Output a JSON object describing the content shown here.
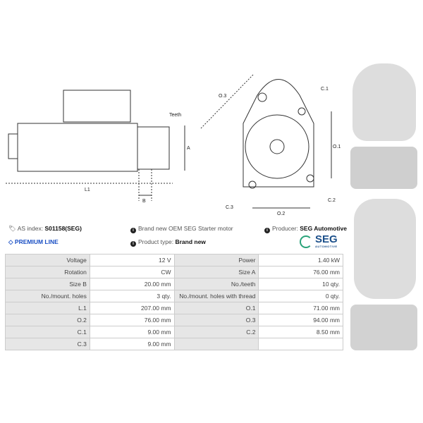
{
  "drawing_labels": {
    "teeth": "Teeth",
    "a": "A",
    "b": "B",
    "l1": "L1",
    "o1": "O.1",
    "o2": "O.2",
    "o3": "O.3",
    "c1": "C.1",
    "c2": "C.2",
    "c3": "C.3"
  },
  "info": {
    "as_index_label": "AS index:",
    "as_index_value": "S01158(SEG)",
    "premium": "PREMIUM LINE",
    "description": "Brand new OEM SEG Starter motor",
    "product_type_label": "Product type:",
    "product_type_value": "Brand new",
    "producer_label": "Producer:",
    "producer_value": "SEG Automotive",
    "logo_text": "SEG",
    "logo_sub": "AUTOMOTIVE"
  },
  "colors": {
    "premium": "#1a4fc4",
    "logo": "#1b4f8a",
    "logo_ring": "#2aa37a"
  },
  "specs": [
    [
      "Voltage",
      "12 V",
      "Power",
      "1.40 kW"
    ],
    [
      "Rotation",
      "CW",
      "Size A",
      "76.00 mm"
    ],
    [
      "Size B",
      "20.00 mm",
      "No./teeth",
      "10 qty."
    ],
    [
      "No./mount. holes",
      "3 qty.",
      "No./mount. holes with thread",
      "0 qty."
    ],
    [
      "L.1",
      "207.00 mm",
      "O.1",
      "71.00 mm"
    ],
    [
      "O.2",
      "76.00 mm",
      "O.3",
      "94.00 mm"
    ],
    [
      "C.1",
      "9.00 mm",
      "C.2",
      "8.50 mm"
    ],
    [
      "C.3",
      "9.00 mm",
      "",
      ""
    ]
  ]
}
